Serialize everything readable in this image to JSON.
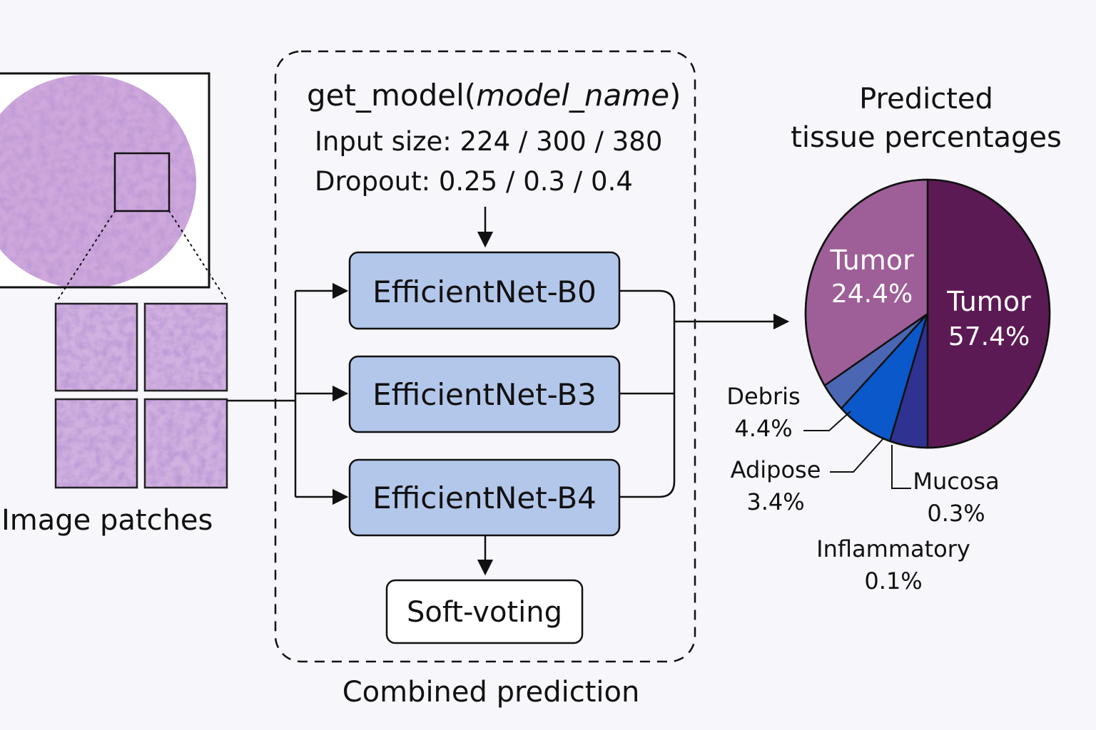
{
  "patches": {
    "label": "Image patches"
  },
  "model": {
    "func_prefix": "get_model(",
    "func_arg": "model_name",
    "func_suffix": ")",
    "input_size": "Input size: 224 / 300 / 380",
    "dropout": "Dropout: 0.25 / 0.3 / 0.4",
    "nets": [
      "EfficientNet-B0",
      "EfficientNet-B3",
      "EfficientNet-B4"
    ],
    "voting": "Soft-voting",
    "caption": "Combined prediction"
  },
  "result": {
    "title_line1": "Predicted",
    "title_line2": "tissue percentages"
  },
  "colors": {
    "net_box": "#b3c7ea",
    "tissue": "#c9a3d6",
    "tissue_dark": "#8a5aa8",
    "background": "#f6f6fb"
  },
  "chart_data": {
    "type": "pie",
    "slices": [
      {
        "name": "Tumor",
        "display_value": "57.4%",
        "share": 0.5,
        "color": "#5c1a55"
      },
      {
        "name": "Mucosa",
        "display_value": "0.3%",
        "share": 0.05,
        "color": "#2f3290"
      },
      {
        "name": "Adipose",
        "display_value": "3.4%",
        "share": 0.075,
        "color": "#0a58c9"
      },
      {
        "name": "Debris",
        "display_value": "4.4%",
        "share": 0.035,
        "color": "#4b67b4"
      },
      {
        "name": "Tumor",
        "display_value": "24.4%",
        "share": 0.34,
        "color": "#9e5e98"
      }
    ],
    "extra_labels": [
      {
        "name": "Inflammatory",
        "display_value": "0.1%"
      }
    ]
  }
}
